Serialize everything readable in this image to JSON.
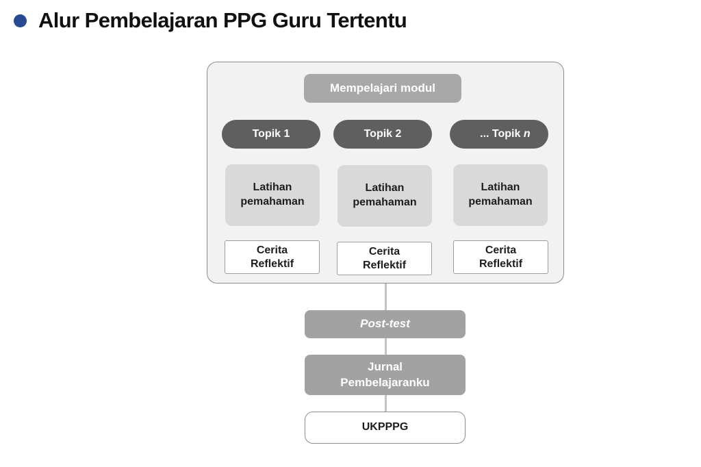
{
  "title": "Alur Pembelajaran PPG Guru Tertentu",
  "module": "Mempelajari modul",
  "topics": [
    {
      "prefix": "",
      "label": "Topik 1",
      "suffix": "",
      "latihan_1": "Latihan",
      "latihan_2": "pemahaman",
      "cerita_1": "Cerita",
      "cerita_2": "Reflektif"
    },
    {
      "prefix": "",
      "label": "Topik 2",
      "suffix": "",
      "latihan_1": "Latihan",
      "latihan_2": "pemahaman",
      "cerita_1": "Cerita",
      "cerita_2": "Reflektif"
    },
    {
      "prefix": "... ",
      "label": "Topik",
      "suffix": " n",
      "latihan_1": "Latihan",
      "latihan_2": "pemahaman",
      "cerita_1": "Cerita",
      "cerita_2": "Reflektif"
    }
  ],
  "posttest": "Post-test",
  "jurnal_1": "Jurnal",
  "jurnal_2": "Pembelajaranku",
  "final": "UKPPPG"
}
